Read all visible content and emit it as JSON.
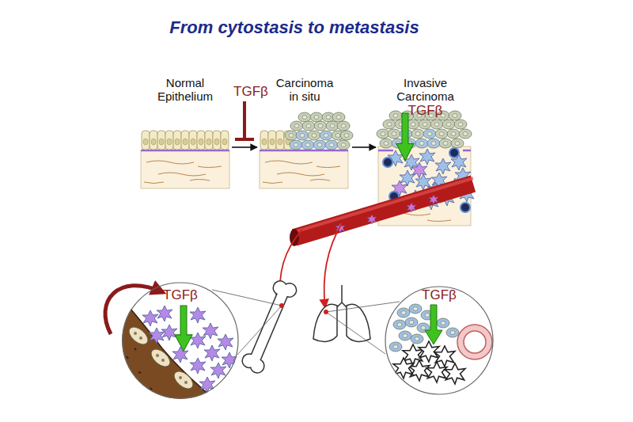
{
  "diagram": {
    "title": "From cytostasis to metastasis",
    "nodes": [
      {
        "text": [
          "Normal Epithelium"
        ]
      },
      {
        "text": [
          "Carcinoma in situ"
        ]
      },
      {
        "text": [
          "Invasive Carcinoma",
          "TGFβ"
        ]
      },
      {
        "text": [
          "TGFβ"
        ]
      },
      {
        "text": [
          "TGFβ"
        ]
      }
    ],
    "edges": [
      {
        "from": 0,
        "to": 1,
        "arrow": "to",
        "label": "TGFβ"
      },
      {
        "from": 1,
        "to": 2,
        "arrow": "to"
      }
    ]
  }
}
